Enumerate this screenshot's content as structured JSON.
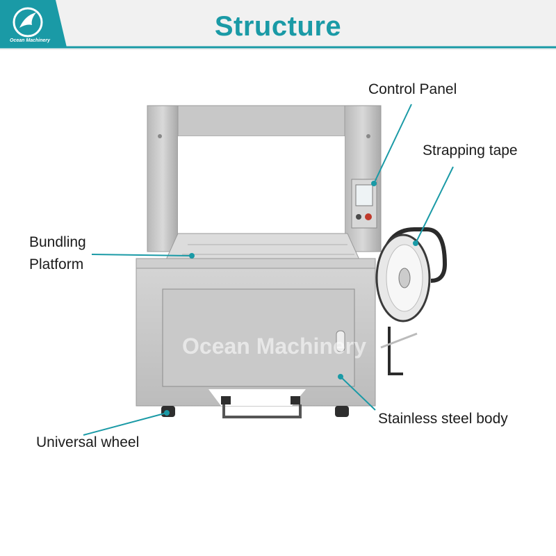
{
  "header": {
    "title": "Structure",
    "brand": "Ocean Machinery",
    "accent_color": "#1a9aa6"
  },
  "labels": {
    "control_panel": "Control Panel",
    "strapping_tape": "Strapping tape",
    "bundling_platform_line1": "Bundling",
    "bundling_platform_line2": "Platform",
    "stainless_body": "Stainless steel body",
    "universal_wheel": "Universal wheel"
  },
  "watermark": "Ocean Machinery"
}
